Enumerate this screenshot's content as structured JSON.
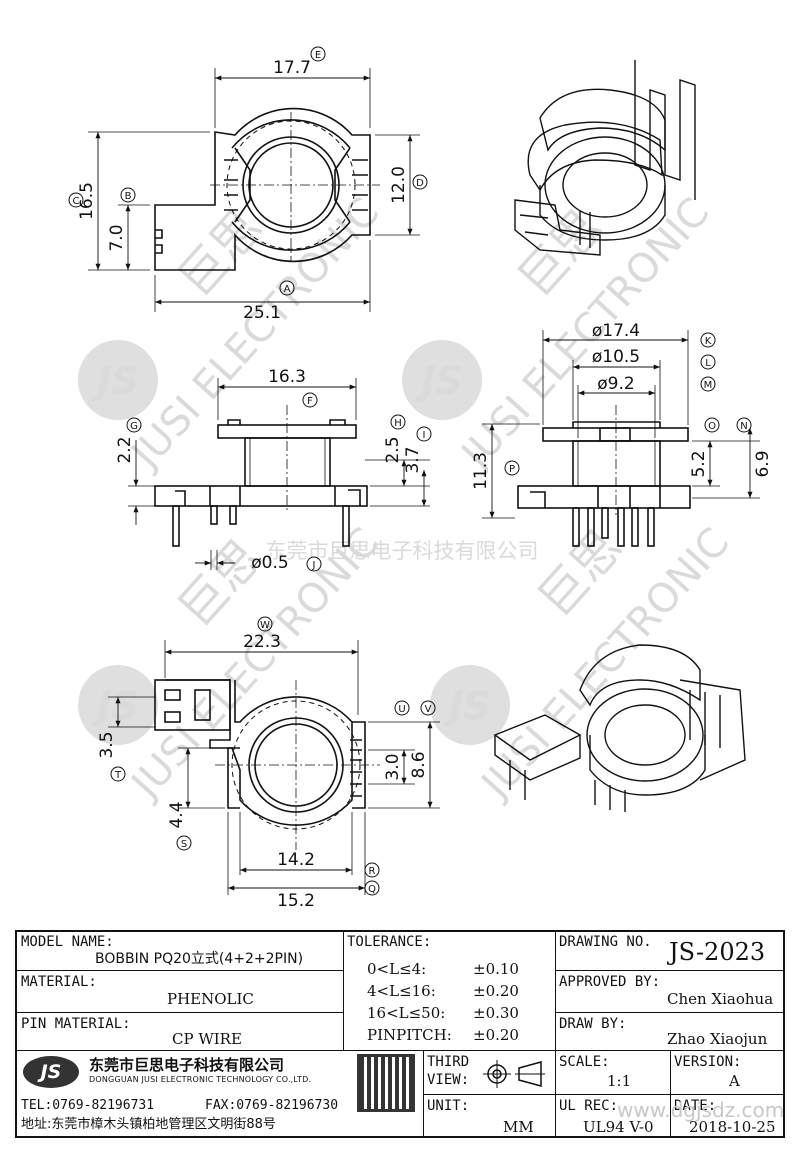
{
  "dims": {
    "d17_7": "17.7",
    "d16_5": "16.5",
    "d7_0": "7.0",
    "d12_0": "12.0",
    "d25_1": "25.1",
    "d16_3": "16.3",
    "d2_2": "2.2",
    "d2_5": "2.5",
    "d3_7": "3.7",
    "d0_5": "ø0.5",
    "d17_4": "ø17.4",
    "d10_5": "ø10.5",
    "d9_2": "ø9.2",
    "d11_3": "11.3",
    "d5_2": "5.2",
    "d6_9": "6.9",
    "d22_3": "22.3",
    "d3_5": "3.5",
    "d4_4": "4.4",
    "d3_0": "3.0",
    "d8_6": "8.6",
    "d14_2": "14.2",
    "d15_2": "15.2"
  },
  "markers": {
    "A": "A",
    "B": "B",
    "C": "C",
    "D": "D",
    "E": "E",
    "F": "F",
    "G": "G",
    "H": "H",
    "I": "I",
    "J": "J",
    "K": "K",
    "L": "L",
    "M": "M",
    "N": "N",
    "O": "O",
    "P": "P",
    "Q": "Q",
    "R": "R",
    "S": "S",
    "T": "T",
    "U": "U",
    "V": "V",
    "W": "W"
  },
  "watermark": {
    "company_cn": "东莞市巨思电子科技有限公司",
    "english": "JUSI ELECTRONIC",
    "logo": "JS",
    "brand_cn": "巨思"
  },
  "title_block": {
    "model_name_label": "MODEL NAME:",
    "model_name_value": "BOBBIN PQ20立式(4+2+2PIN)",
    "material_label": "MATERIAL:",
    "material_value": "PHENOLIC",
    "pin_material_label": "PIN MATERIAL:",
    "pin_material_value": "CP WIRE",
    "tolerance_label": "TOLERANCE:",
    "tolerances": [
      {
        "range": "0<L≤4:",
        "value": "±0.10"
      },
      {
        "range": "4<L≤16:",
        "value": "±0.20"
      },
      {
        "range": "16<L≤50:",
        "value": "±0.30"
      },
      {
        "range": "PINPITCH:",
        "value": "±0.20"
      }
    ],
    "drawing_no_label": "DRAWING NO.",
    "drawing_no_value": "JS-2023",
    "approved_by_label": "APPROVED BY:",
    "approved_by_value": "Chen Xiaohua",
    "draw_by_label": "DRAW BY:",
    "draw_by_value": "Zhao Xiaojun",
    "company_cn": "东莞市巨思电子科技有限公司",
    "company_en": "DONGGUAN JUSI ELECTRONIC TECHNOLOGY CO.,LTD.",
    "tel": "TEL:0769-82196731",
    "fax": "FAX:0769-82196730",
    "address": "地址:东莞市樟木头镇柏地管理区文明街88号",
    "logo_text": "JS",
    "third_view_label_1": "THIRD",
    "third_view_label_2": "VIEW:",
    "unit_label": "UNIT:",
    "unit_value": "MM",
    "scale_label": "SCALE:",
    "scale_value": "1:1",
    "version_label": "VERSION:",
    "version_value": "A",
    "ul_rec_label": "UL REC:",
    "ul_rec_value": "UL94 V-0",
    "date_label": "DATE:",
    "date_value": "2018-10-25",
    "site_watermark": "www.dgjsdz.com"
  }
}
